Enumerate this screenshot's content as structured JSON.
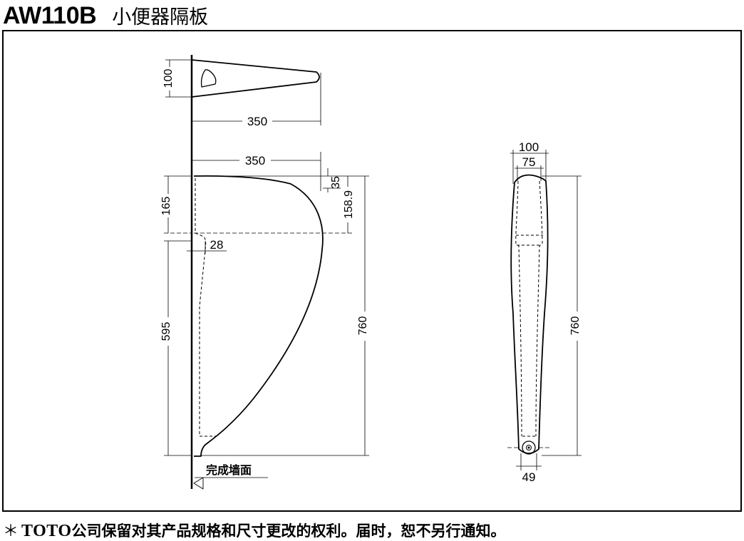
{
  "header": {
    "model_code": "AW110B",
    "product_name": "小便器隔板"
  },
  "drawing": {
    "side_view": {
      "top_view_depth": "100",
      "top_view_length": "350",
      "side_length": "350",
      "top_offset": "35",
      "bulge_height": "158.9",
      "upper_height": "165",
      "step": "28",
      "lower_height": "595",
      "total_height": "760",
      "wall_label": "完成墙面"
    },
    "front_view": {
      "outer_width": "100",
      "inner_width": "75",
      "total_height": "760",
      "bottom_width": "49"
    }
  },
  "footer": {
    "star": "＊",
    "brand": "TOTO",
    "notice": "公司保留对其产品规格和尺寸更改的权利。届时，恕不另行通知。"
  }
}
